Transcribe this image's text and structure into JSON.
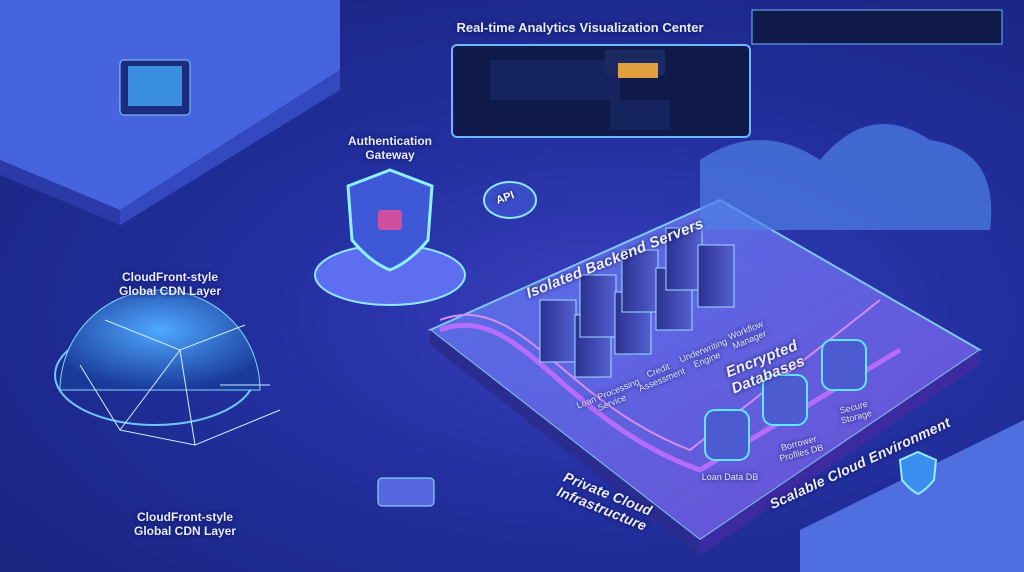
{
  "labels": {
    "analytics_title": "Real-time Analytics Visualization Center",
    "auth_gateway": "Authentication Gateway",
    "api": "API",
    "backend_servers": "Isolated Backend Servers",
    "encrypted_databases": "Encrypted Databases",
    "private_cloud": "Private Cloud Infrastructure",
    "scalable_cloud": "Scalable Cloud Environment",
    "cdn_top": "CloudFront-style Global CDN Layer",
    "cdn_bottom": "CloudFront-style Global CDN Layer"
  },
  "services": [
    "Loan Processing Service",
    "Credit Assessment",
    "Underwriting Engine",
    "Workflow Manager"
  ],
  "databases": [
    "Loan Data DB",
    "Borrower Profiles DB",
    "Secure Storage"
  ],
  "colors": {
    "bg": "#2330a0",
    "accent": "#4fd8ff",
    "purple": "#9b5cff"
  }
}
